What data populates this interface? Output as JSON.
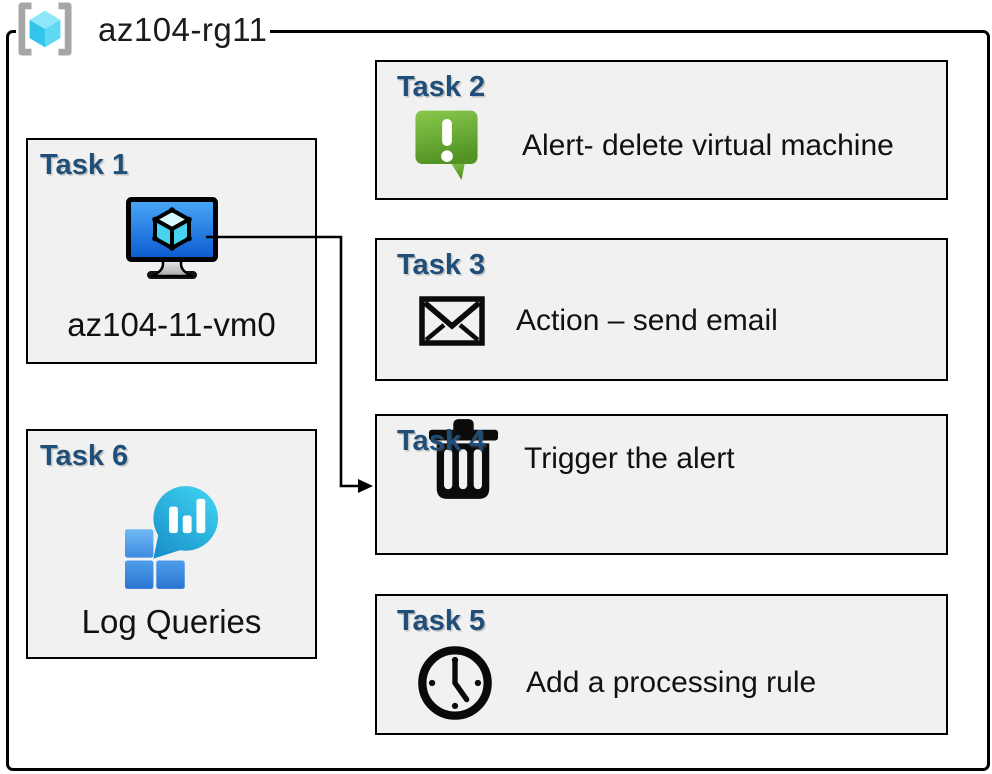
{
  "diagram": {
    "title": "az104-rg11",
    "tasks": {
      "task1": {
        "heading": "Task 1",
        "label": "az104-11-vm0",
        "icon": "virtual-machine-icon"
      },
      "task2": {
        "heading": "Task 2",
        "label": "Alert- delete virtual machine",
        "icon": "alert-icon"
      },
      "task3": {
        "heading": "Task 3",
        "label": "Action – send email",
        "icon": "email-icon"
      },
      "task4": {
        "heading": "Task 4",
        "label": "Trigger the alert",
        "icon": "trash-icon"
      },
      "task5": {
        "heading": "Task 5",
        "label": "Add a processing rule",
        "icon": "clock-icon"
      },
      "task6": {
        "heading": "Task 6",
        "label": "Log Queries",
        "icon": "log-queries-icon"
      }
    },
    "arrow": {
      "from": "task1",
      "to": "task4"
    },
    "colors": {
      "heading_navy": "#1F4E79",
      "box_fill": "#F1F1F1",
      "outline_black": "#000000",
      "alert_green_top": "#8AC94E",
      "alert_green_bottom": "#539324",
      "vm_screen_top": "#4AA8F7",
      "vm_screen_bottom": "#0A5AD0",
      "log_bubble_top": "#3ED2EF",
      "log_bubble_bottom": "#1488C6",
      "log_square_light": "#6FB9F4",
      "log_square_dark": "#2B74D2",
      "rg_cube_top": "#8FE8FA",
      "rg_cube_left": "#33C5EC",
      "rg_cube_right": "#5FD8F4",
      "rg_bracket": "#A6A6A6"
    }
  }
}
